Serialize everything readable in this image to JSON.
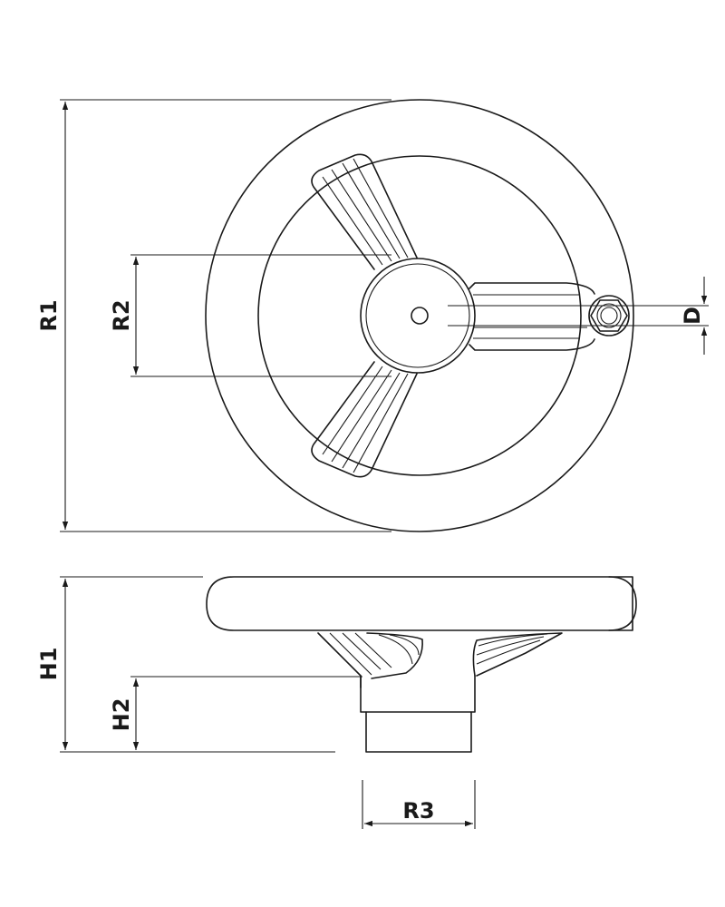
{
  "labels": {
    "r1": "R1",
    "r2": "R2",
    "d": "D",
    "h1": "H1",
    "h2": "H2",
    "r3": "R3"
  },
  "colors": {
    "line": "#1a1a1a",
    "background": "#ffffff"
  }
}
